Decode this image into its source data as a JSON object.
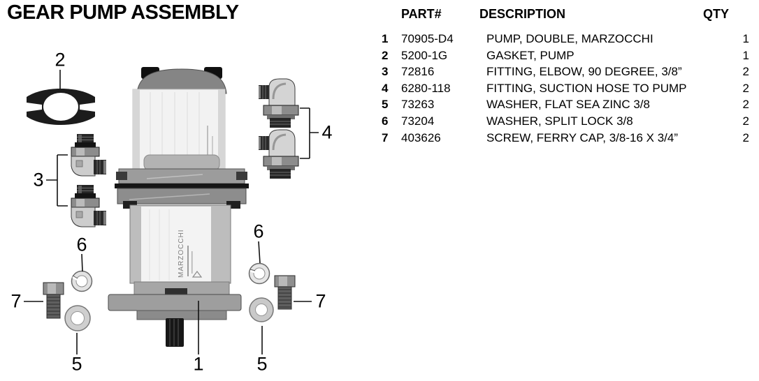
{
  "title": "GEAR PUMP ASSEMBLY",
  "table": {
    "headers": {
      "part": "PART#",
      "description": "DESCRIPTION",
      "qty": "QTY"
    },
    "rows": [
      {
        "item": "1",
        "part": "70905-D4",
        "description": "PUMP, DOUBLE, MARZOCCHI",
        "qty": "1"
      },
      {
        "item": "2",
        "part": "5200-1G",
        "description": "GASKET, PUMP",
        "qty": "1"
      },
      {
        "item": "3",
        "part": "72816",
        "description": "FITTING, ELBOW, 90 DEGREE,  3/8”",
        "qty": "2"
      },
      {
        "item": "4",
        "part": "6280-118",
        "description": "FITTING, SUCTION HOSE TO PUMP",
        "qty": "2"
      },
      {
        "item": "5",
        "part": "73263",
        "description": "WASHER, FLAT SEA ZINC 3/8",
        "qty": "2"
      },
      {
        "item": "6",
        "part": "73204",
        "description": "WASHER, SPLIT LOCK 3/8",
        "qty": "2"
      },
      {
        "item": "7",
        "part": "403626",
        "description": "SCREW, FERRY CAP, 3/8-16 X 3/4”",
        "qty": "2"
      }
    ]
  },
  "diagram": {
    "pump_label": "MARZOCCHI",
    "callouts": {
      "c2": "2",
      "c3": "3",
      "c4": "4",
      "c1": "1",
      "c6_left": "6",
      "c7_left": "7",
      "c5_left": "5",
      "c6_right": "6",
      "c7_right": "7",
      "c5_right": "5"
    },
    "colors": {
      "text": "#000000",
      "line": "#111111",
      "metal_dark": "#262626",
      "metal_light": "#d4d4d4",
      "body_white": "#f2f2f2"
    }
  }
}
